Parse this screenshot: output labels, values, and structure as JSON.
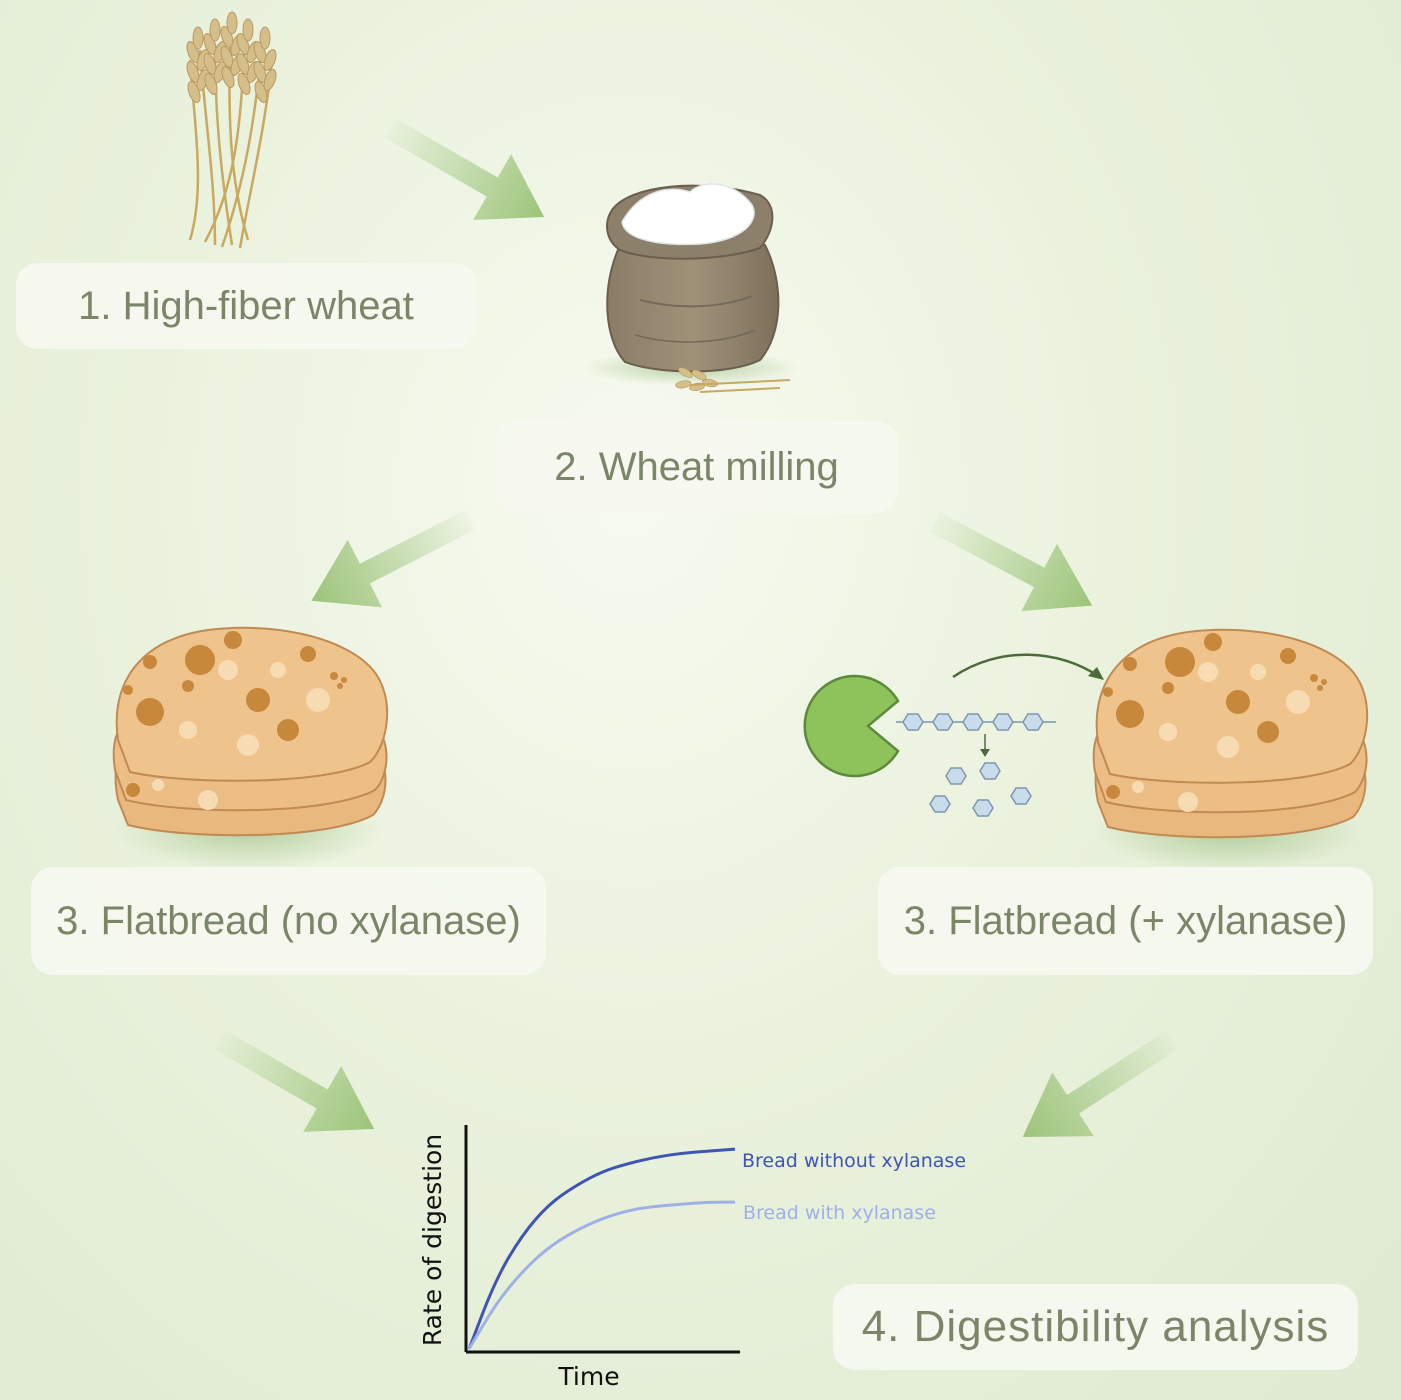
{
  "steps": {
    "step1": "1. High-fiber wheat",
    "step2": "2. Wheat milling",
    "step3a": "3. Flatbread (no xylanase)",
    "step3b": "3. Flatbread (+ xylanase)",
    "step4": "4. Digestibility analysis"
  },
  "icons": {
    "wheat": "wheat-bundle-icon",
    "flour": "flour-sack-icon",
    "bread": "flatbread-stack-icon",
    "enzyme": "xylanase-pacman-icon",
    "chain": "xylan-chain-icon"
  },
  "colors": {
    "arrow": "#9cc47a",
    "label_text": "#7b8669",
    "series_dark": "#3f55b5",
    "series_light": "#9fb0e6",
    "enzyme": "#8dc35a"
  },
  "chart_data": {
    "type": "line",
    "xlabel": "Time",
    "ylabel": "Rate of digestion",
    "series": [
      {
        "name": "Bread without xylanase",
        "x": [
          0,
          0.1,
          0.2,
          0.3,
          0.4,
          0.5,
          0.6,
          0.7,
          0.8,
          0.9,
          1.0
        ],
        "values": [
          0,
          0.34,
          0.56,
          0.71,
          0.8,
          0.87,
          0.91,
          0.94,
          0.96,
          0.97,
          0.98
        ]
      },
      {
        "name": "Bread with xylanase",
        "x": [
          0,
          0.1,
          0.2,
          0.3,
          0.4,
          0.5,
          0.6,
          0.7,
          0.8,
          0.9,
          1.0
        ],
        "values": [
          0,
          0.22,
          0.38,
          0.5,
          0.58,
          0.64,
          0.68,
          0.7,
          0.71,
          0.72,
          0.72
        ]
      }
    ],
    "xlim": [
      0,
      1
    ],
    "ylim": [
      0,
      1
    ],
    "grid": false
  }
}
